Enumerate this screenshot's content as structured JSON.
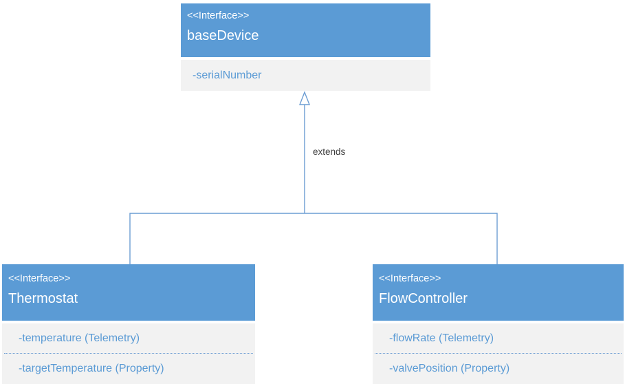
{
  "colors": {
    "header_blue": "#5B9BD5",
    "body_gray": "#F2F2F2",
    "attr_blue": "#5B9BD5",
    "line_blue": "#6C9DD3",
    "label_gray": "#404040",
    "header_text": "#FFFFFF",
    "background": "#FFFFFF"
  },
  "connector": {
    "label": "extends"
  },
  "classes": [
    {
      "stereotype": "<<Interface>>",
      "name": "baseDevice",
      "attributes": [
        "-serialNumber"
      ]
    },
    {
      "stereotype": "<<Interface>>",
      "name": "Thermostat",
      "attributes": [
        "-temperature (Telemetry)",
        "-targetTemperature (Property)"
      ]
    },
    {
      "stereotype": "<<Interface>>",
      "name": "FlowController",
      "attributes": [
        "-flowRate (Telemetry)",
        "-valvePosition (Property)"
      ]
    }
  ]
}
